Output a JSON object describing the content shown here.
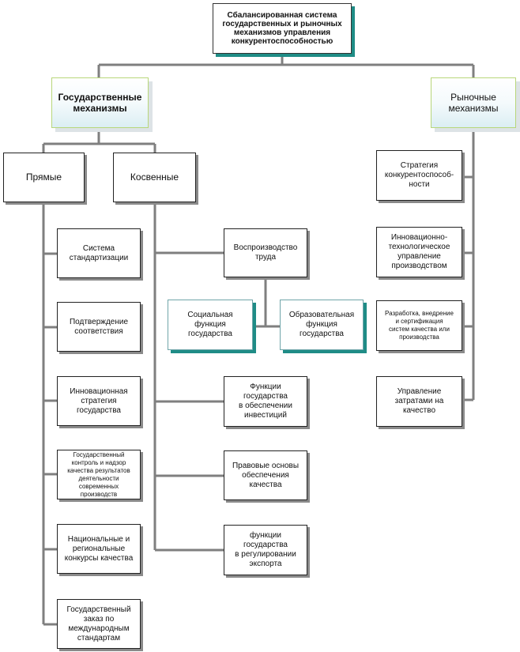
{
  "root": "Сбалансированная система\nгосударственных и рыночных\nмеханизмов управления\nконкурентоспособностью",
  "state_mechanisms": "Государственные\nмеханизмы",
  "market_mechanisms": "Рыночные\nмеханизмы",
  "direct": "Прямые",
  "indirect": "Косвенные",
  "direct_items": [
    "Система\nстандартизации",
    "Подтверждение\nсоответствия",
    "Инновационная\nстратегия\nгосударства",
    "Государственный\nконтроль и надзор\nкачества результатов\nдеятельности\nсовременных\nпроизводств",
    "Национальные и\nрегиональные\nконкурсы качества",
    "Государственный\nзаказ по\nмеждународным\nстандартам"
  ],
  "indirect_items": [
    "Воспроизводство\nтруда",
    "Функции\nгосударства\nв обеспечении\nинвестиций",
    "Правовые основы\nобеспечения\nкачества",
    "функции\nгосударства\nв  регулировании\nэкспорта"
  ],
  "labour_subitems": [
    "Социальная\nфункция\nгосударства",
    "Образовательная\nфункция\nгосударства"
  ],
  "market_items": [
    "Стратегия\nконкурентоспособ-\nности",
    "Инновационно-\nтехнологическое\nуправление\nпроизводством",
    "Разработка, внедрение\nи сертификация\nсистем качества или\nпроизводства",
    "Управление\nзатратами на\nкачество"
  ],
  "colors": {
    "connector": "#7f7f7f",
    "shadow_teal": "#1f8c86",
    "border_green": "#b8d67a"
  }
}
